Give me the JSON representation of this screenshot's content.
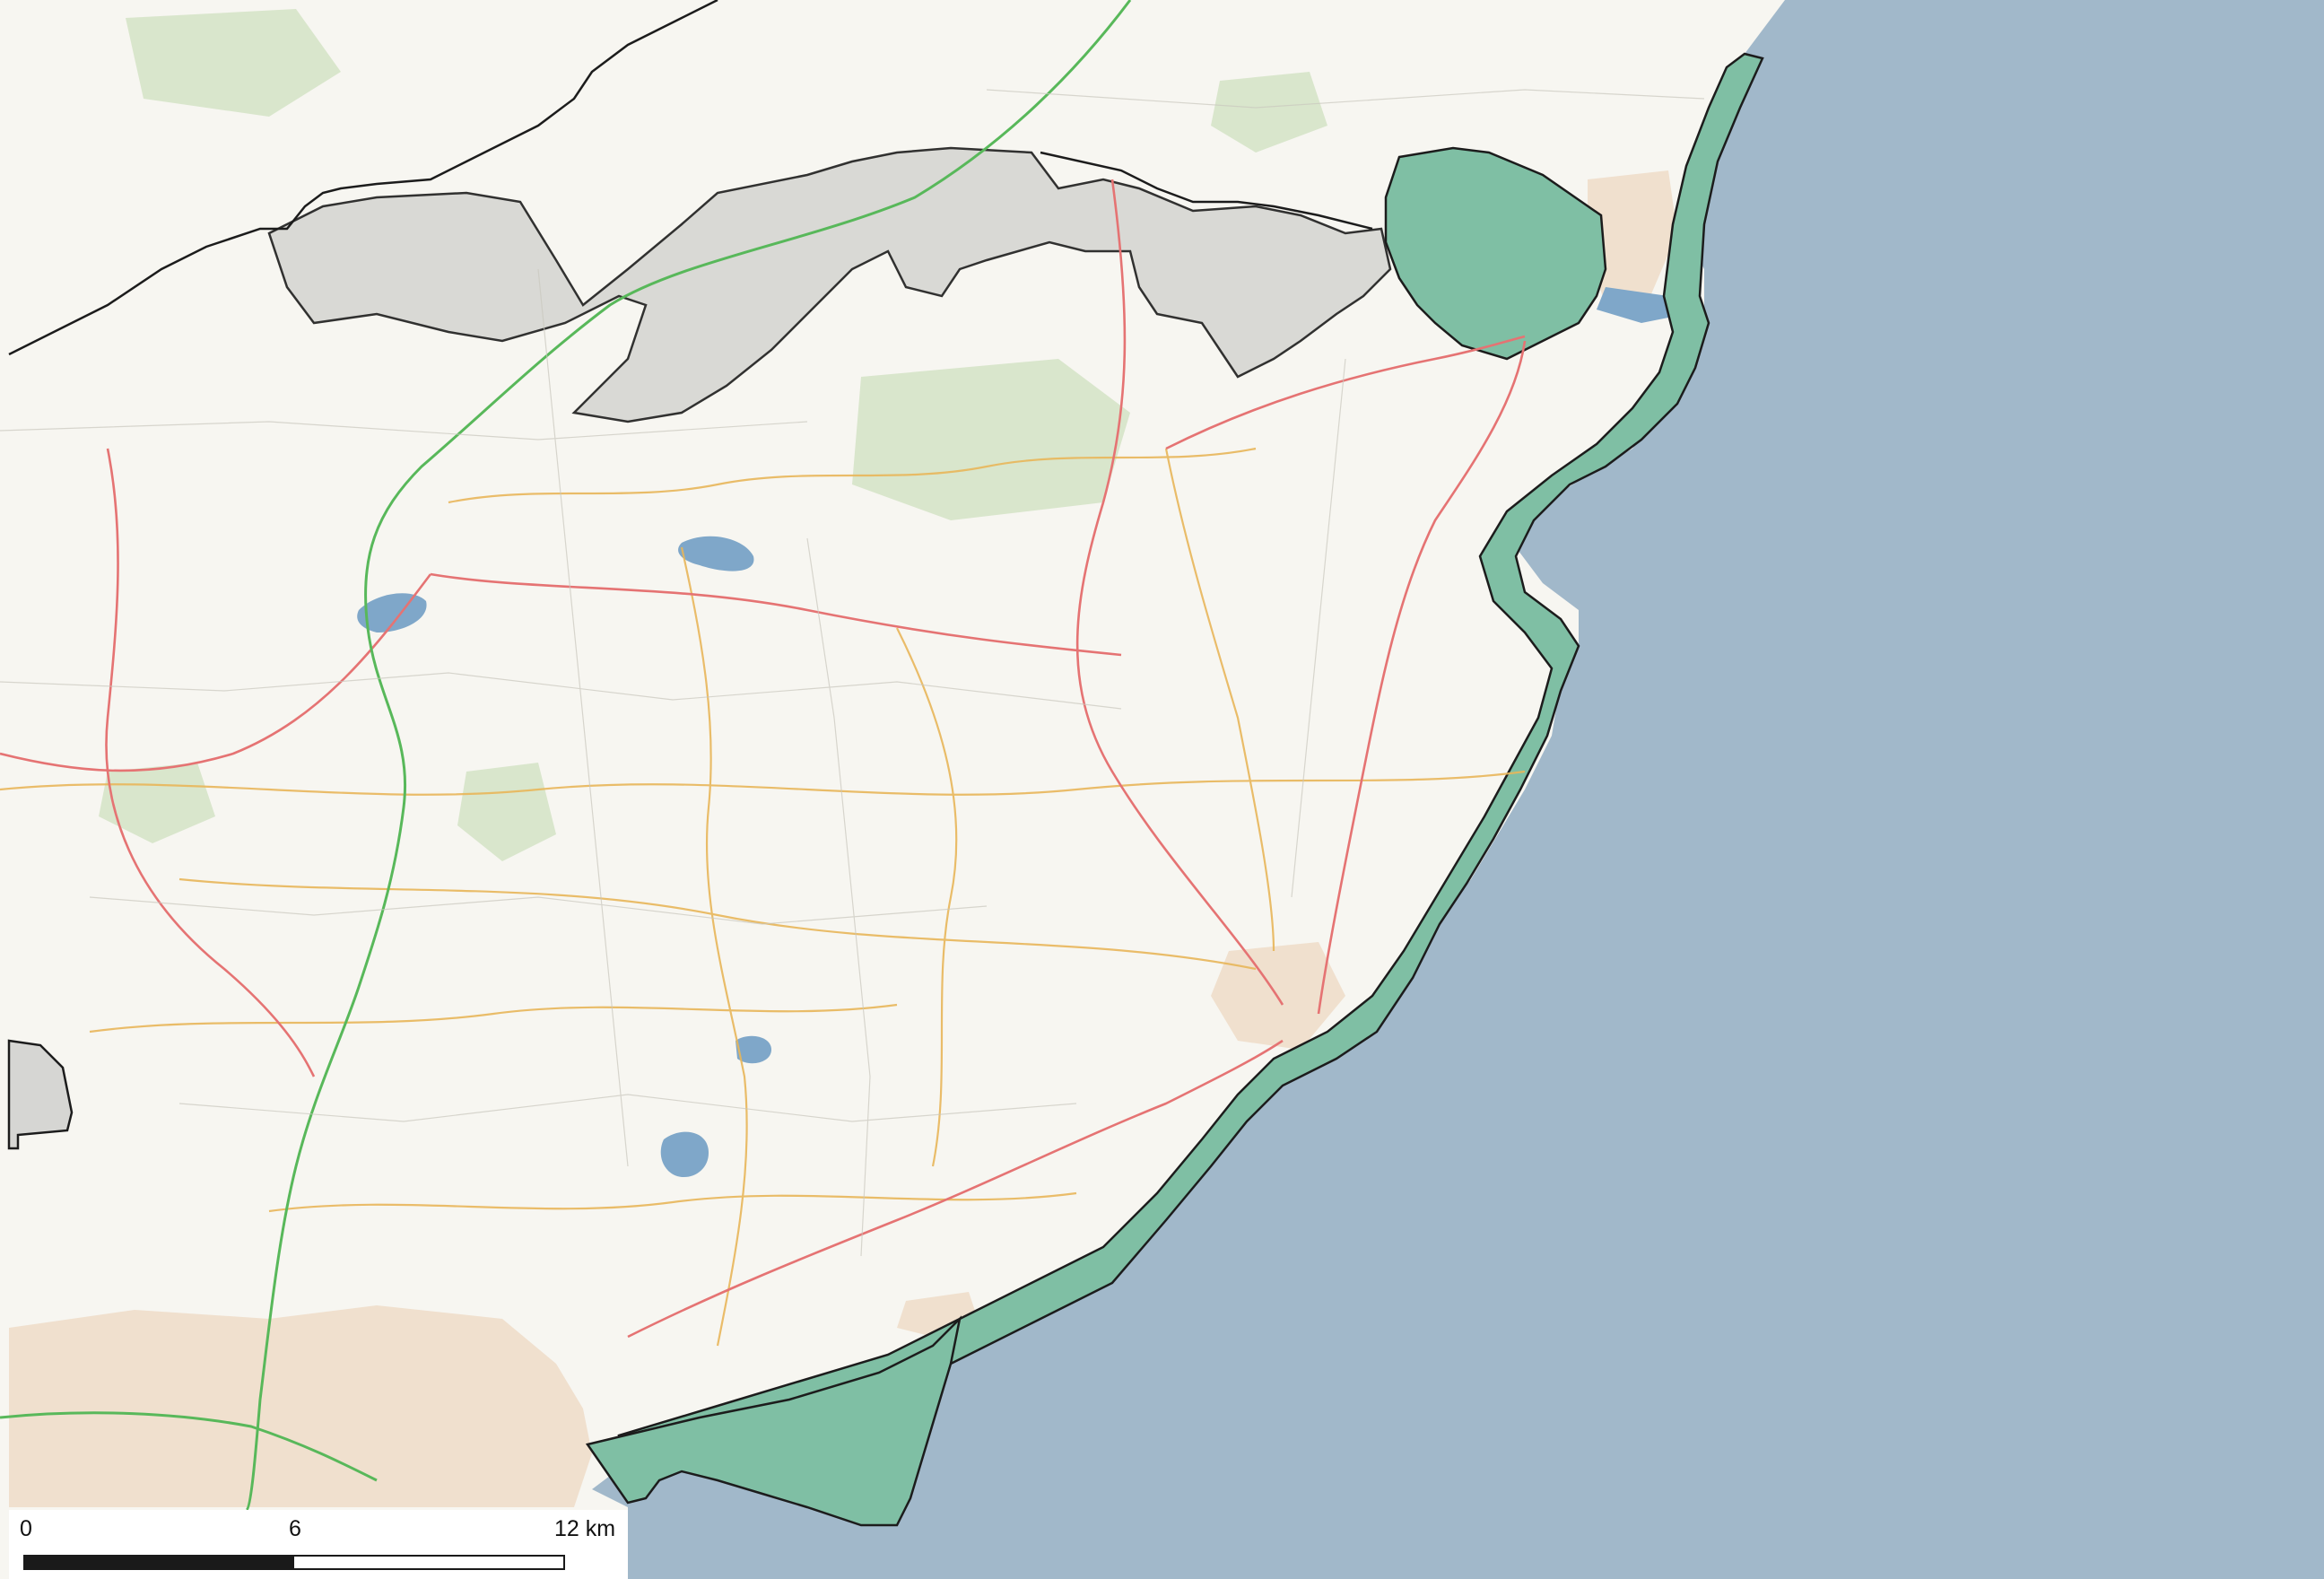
{
  "map": {
    "colors": {
      "land": "#f7f6f1",
      "sea": "#a1b8ca",
      "protected_area_fill": "#7fbfa4",
      "protected_area_edge": "#5ca788",
      "boundary_line": "#1c1c1c",
      "shaded_region": "#d6d6d3",
      "road_a": "#e57373",
      "road_b": "#e8b65a",
      "motorway": "#58b85a",
      "water_body": "#7fa7c9",
      "woodland": "#d9e6cc",
      "urban": "#efdcc8"
    },
    "highlighted_features": [
      "protected-area-north",
      "protected-area-coastal-strip",
      "protected-area-south-bay"
    ]
  },
  "scalebar": {
    "labels": [
      "0",
      "6",
      "12 km"
    ],
    "values_km": [
      0,
      6,
      12
    ],
    "segments": [
      {
        "from_km": 0,
        "to_km": 6,
        "fill": "#1a1a1a"
      },
      {
        "from_km": 6,
        "to_km": 12,
        "fill": "#ffffff"
      }
    ]
  }
}
